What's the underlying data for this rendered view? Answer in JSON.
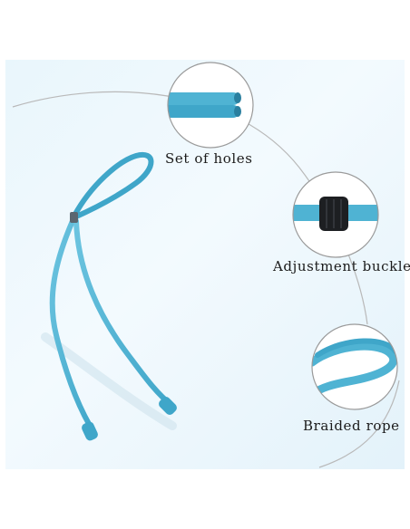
{
  "callouts": {
    "holes": {
      "label": "Set of holes",
      "icon": "rope-end-holes"
    },
    "buckle": {
      "label": "Adjustment buckle",
      "icon": "adjustment-buckle"
    },
    "rope": {
      "label": "Braided rope",
      "icon": "braided-rope-loop"
    }
  },
  "colors": {
    "background": "#eaf6fc",
    "rope": "#4fb3d3",
    "rope_shadow": "#2f8fb2",
    "buckle": "#1d1f22",
    "circle_border": "#9a9a9a",
    "arc": "#b9b9b9"
  }
}
